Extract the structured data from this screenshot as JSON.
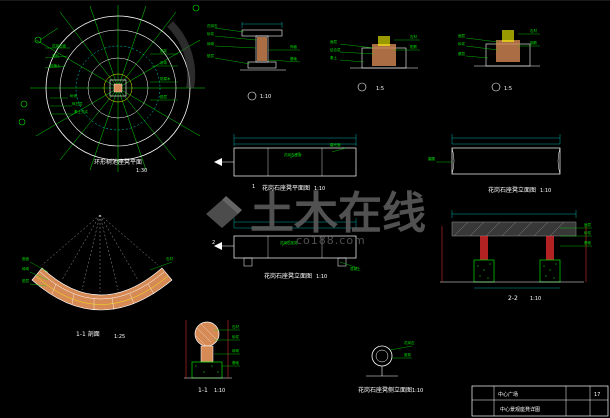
{
  "colors": {
    "background": "#000000",
    "line_cyan": "#00d7d7",
    "line_white": "#ffffff",
    "line_yellow": "#ffff00",
    "line_green": "#00e000",
    "line_red": "#ff3030",
    "hatch_orange": "#d68a55",
    "watermark": "#5a5a5a"
  },
  "drawings": {
    "tree_ring_plan_title": "环形树池座凳平面",
    "tree_ring_plan_scale": "1:30",
    "detail_a_scale": "1:10",
    "detail_b_scale": "1:5",
    "detail_c_scale": "1:5",
    "flower_seat_plan_title": "花岗石座凳平面图",
    "flower_seat_plan_scale": "1:10",
    "flower_seat_elev_title": "花岗石座凳立面图",
    "flower_seat_elev_scale": "1:10",
    "flower_seat_side_title": "花岗石座凳立面图",
    "flower_seat_side_scale": "1:10",
    "section_1_1_title": "1-1 剖面",
    "section_1_1_scale": "1:25",
    "section_1_1b_title": "1-1",
    "section_1_1b_scale": "1:10",
    "section_2_2_title": "2-2",
    "section_2_2_scale": "1:10",
    "seat_detail_title": "花岗石座凳侧立面图",
    "seat_detail_scale": "1:10"
  },
  "watermark": {
    "cn": "土木在线",
    "en": "co188.com"
  },
  "title_block": {
    "project": "中心广场",
    "sheet_name": "中心景观座凳详图",
    "sheet_no": "17"
  }
}
